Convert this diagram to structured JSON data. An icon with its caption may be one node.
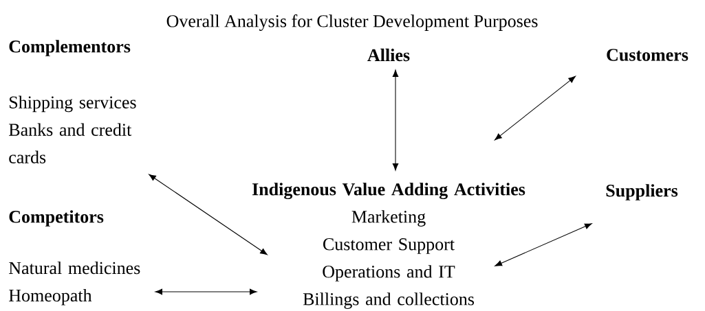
{
  "diagram": {
    "title": "Overall Analysis for Cluster Development Purposes",
    "nodes": [
      {
        "text": [
          "Complementors",
          "Shipping services",
          "Banks and credit cards"
        ]
      },
      {
        "text": [
          "Allies"
        ]
      },
      {
        "text": [
          "Customers"
        ]
      },
      {
        "text": [
          "Indigenous Value Adding Activities",
          "Marketing",
          "Customer Support",
          "Operations and IT",
          "Billings and collections"
        ]
      },
      {
        "text": [
          "Suppliers"
        ]
      },
      {
        "text": [
          "Competitors",
          "Natural medicines",
          "Homeopath"
        ]
      }
    ],
    "edges": [
      {
        "from": 1,
        "to": 3,
        "arrow": "both"
      },
      {
        "from": 2,
        "to": 3,
        "arrow": "both"
      },
      {
        "from": 0,
        "to": 3,
        "arrow": "both"
      },
      {
        "from": 4,
        "to": 3,
        "arrow": "both"
      },
      {
        "from": 5,
        "to": 3,
        "arrow": "both"
      }
    ]
  }
}
